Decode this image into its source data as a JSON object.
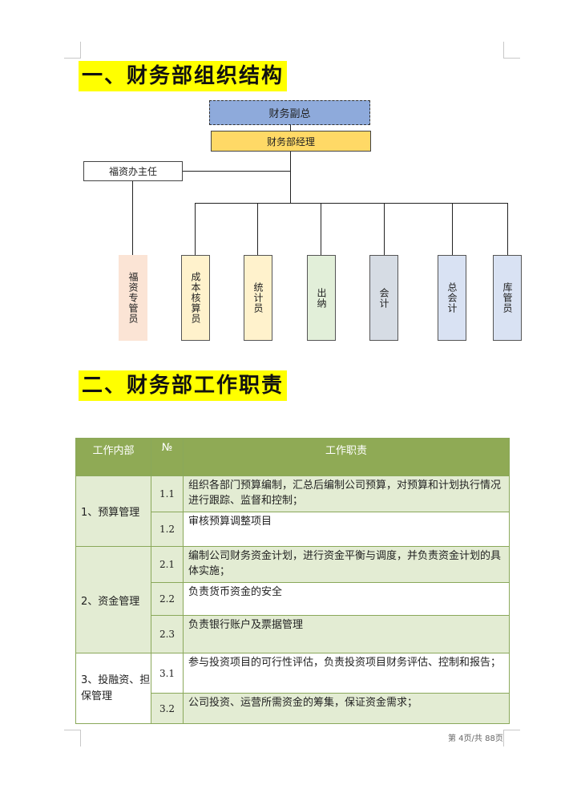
{
  "section1": {
    "title": "一、财务部组织结构"
  },
  "org": {
    "top": "财务副总",
    "manager": "财务部经理",
    "welfare_director": "福资办主任",
    "staff": [
      "福资专管员",
      "成本核算员",
      "统计员",
      "出纳",
      "会计",
      "总会计",
      "库管员"
    ]
  },
  "section2": {
    "title": "二、财务部工作职责"
  },
  "table": {
    "headers": [
      "工作内部",
      "№",
      "工作职责"
    ],
    "groups": [
      {
        "category": "1、预算管理",
        "rows": [
          {
            "num": "1.1",
            "desc": "组织各部门预算编制，汇总后编制公司预算，对预算和计划执行情况进行跟踪、监督和控制；"
          },
          {
            "num": "1.2",
            "desc": "审核预算调整项目"
          }
        ]
      },
      {
        "category": "2、资金管理",
        "rows": [
          {
            "num": "2.1",
            "desc": "编制公司财务资金计划，进行资金平衡与调度，并负责资金计划的具体实施；"
          },
          {
            "num": "2.2",
            "desc": "负责货币资金的安全"
          },
          {
            "num": "2.3",
            "desc": "负责银行账户及票据管理"
          }
        ]
      },
      {
        "category": "3、投融资、担保管理",
        "rows": [
          {
            "num": "3.1",
            "desc": "参与投资项目的可行性评估，负责投资项目财务评估、控制和报告；"
          },
          {
            "num": "3.2",
            "desc": "公司投资、运营所需资金的筹集，保证资金需求；"
          }
        ]
      }
    ]
  },
  "footer": {
    "page_text": "第 4页/共 88页"
  },
  "colors": {
    "highlight": "#ffff00",
    "top_box": "#8eaadb",
    "manager_box": "#ffd966",
    "table_header": "#8faa55",
    "table_shade": "#e3ecd3",
    "staff": [
      "#fbe4d5",
      "#fff2cc",
      "#fff2cc",
      "#e2efd9",
      "#d6dce4",
      "#d9e2f3",
      "#d9e2f3"
    ]
  }
}
